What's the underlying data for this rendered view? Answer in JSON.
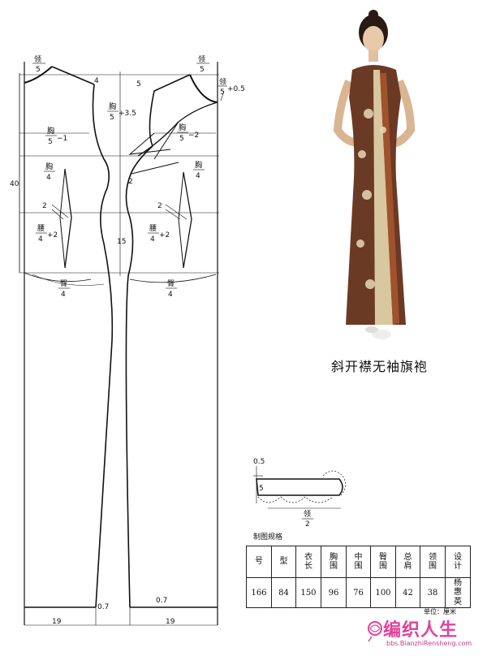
{
  "garment_title": "斜开襟无袖旗袍",
  "pattern_labels": {
    "neck_left": "领",
    "neck_left_den": "5",
    "neck_right": "领",
    "neck_right_den": "5",
    "neck_side": "领",
    "neck_side_den": "5",
    "plus_half": "+0.5",
    "four": "4",
    "five": "5",
    "chest_top": "胸",
    "chest_top_den": "5",
    "plus_35": "+3.5",
    "chest_left": "胸",
    "chest_left_den": "5",
    "minus_1": "−1",
    "chest_right": "胸",
    "chest_right_den": "5",
    "minus_2": "−2",
    "bust_left": "胸",
    "bust_left_den": "4",
    "bust_right": "胸",
    "bust_right_den": "4",
    "forty": "40",
    "two": "2",
    "waist_left": "腰",
    "waist_left_den": "4",
    "plus_2": "+2",
    "waist_right": "腰",
    "waist_right_den": "4",
    "fifteen": "15",
    "hip_left": "臀",
    "hip_left_den": "4",
    "hip_right": "臀",
    "hip_right_den": "4",
    "zero_seven": "0.7",
    "nineteen": "19"
  },
  "collar_labels": {
    "top": "0.5",
    "side": "5",
    "bottom": "领",
    "bottom_den": "2"
  },
  "spec": {
    "caption": "制图规格",
    "headers": [
      "号",
      "型",
      "衣长",
      "胸围",
      "中围",
      "臀围",
      "总肩",
      "领围",
      "设计"
    ],
    "values": [
      "166",
      "84",
      "150",
      "96",
      "76",
      "100",
      "42",
      "38",
      "杨惠英"
    ],
    "unit": "单位：厘米"
  },
  "logo": {
    "text": "编织人生",
    "url": "bbs.BianzhiRensheng.com"
  },
  "colors": {
    "line": "#111111",
    "logo": "#e0439a"
  }
}
